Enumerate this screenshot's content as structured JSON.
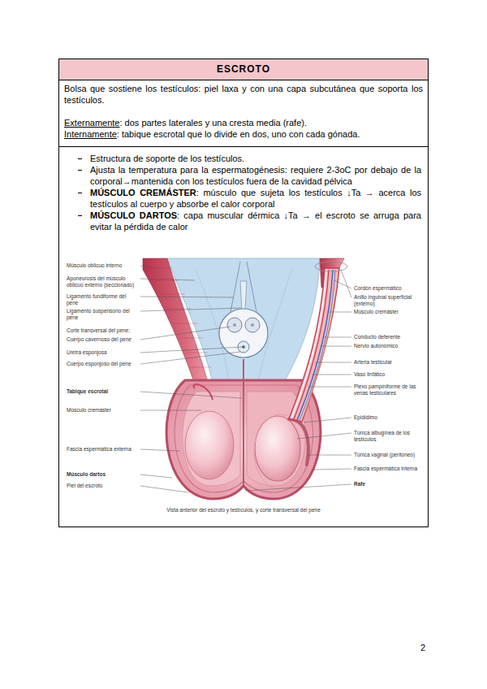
{
  "diagram": {
    "caption": "Vista anterior del escroto y testículos, y corte transversal del pene",
    "nodes": [
      {
        "text": [
          "ESCROTO"
        ]
      },
      {
        "text": [
          "Bolsa que sostiene los testículos: piel laxa y con una capa subcutánea que soporta los testículos.",
          "Externamente",
          ": dos partes laterales y una cresta media (rafe).",
          "Internamente",
          ": tabique escrotal que lo divide en dos, uno con cada gónada."
        ]
      },
      {
        "text": [
          "Estructura de soporte de los testículos.",
          "Ajusta la temperatura para la espermatogénesis: requiere 2-3oC por debajo de la corporal→mantenida con los testículos fuera de la cavidad pélvica",
          "MÚSCULO CREMÁSTER",
          ": músculo que sujeta los testículos ↓Ta → acerca los testículos al cuerpo y absorbe el calor corporal",
          "MÚSCULO DARTOS",
          ": capa muscular dérmica ↓Ta → el escroto se arruga para evitar la pérdida de calor"
        ]
      }
    ],
    "labels": [
      "Músculo oblicuo interno",
      "Aponeurosis del músculo oblicuo externo (seccionado)",
      "Ligamento fundiforme del pene",
      "Ligamento suspensorio del pene",
      "Corte transversal del pene:",
      "Cuerpo cavernoso del pene",
      "Uretra esponjosa",
      "Cuerpo esponjoso del pene",
      "Tabique escrotal",
      "Músculo cremáster",
      "Fascia espermática externa",
      "Músculo dartos",
      "Piel del escroto",
      "Cordón espermático",
      "Anillo inguinal superficial (externo)",
      "Músculo cremáster",
      "Conducto deferente",
      "Nervio autonómico",
      "Arteria testicular",
      "Vaso linfático",
      "Plexo pampiniforme de las venas testiculares",
      "Epidídimo",
      "Túnica albugínea de los testículos",
      "Túnica vaginal (peritoneo)",
      "Fascia espermática interna",
      "Rafe",
      "2"
    ]
  }
}
